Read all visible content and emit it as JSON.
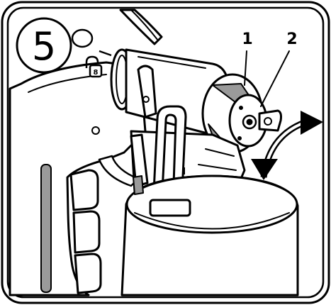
{
  "step": {
    "number": "5"
  },
  "callouts": [
    {
      "label": "1"
    },
    {
      "label": "2"
    }
  ],
  "icons": {
    "unlock_symbol": "unlock-icon",
    "rotate_arrow": "curved-double-arrow-icon"
  },
  "colors": {
    "ink": "#000000",
    "paper": "#ffffff",
    "shade": "#9a9a9a"
  }
}
